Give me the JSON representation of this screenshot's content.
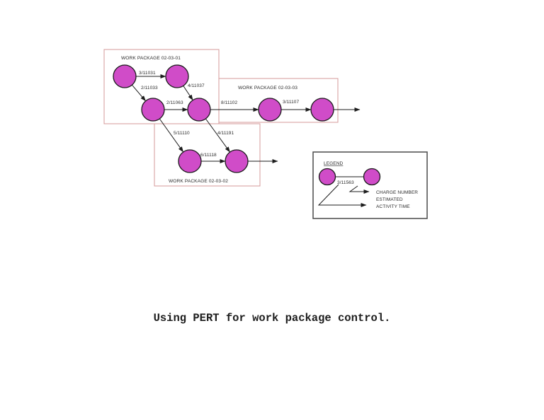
{
  "colors": {
    "background": "#ffffff",
    "node_fill": "#d04cc8",
    "node_stroke": "#1a1a1a",
    "package_box_border": "#d49898",
    "legend_box_border": "#4a4a4a",
    "line": "#1c1c1c",
    "label_text": "#2a2a2a"
  },
  "diagram": {
    "package_boxes": [
      {
        "id": "02-03-01",
        "label": "WORK PACKAGE 02-03-01"
      },
      {
        "id": "02-03-03",
        "label": "WORK PACKAGE 02-03-03"
      },
      {
        "id": "02-03-02",
        "label": "WORK PACKAGE 02-03-02"
      }
    ],
    "edges": [
      {
        "from": "node-1",
        "to": "node-2",
        "label": "3/11031"
      },
      {
        "from": "node-1",
        "to": "node-3",
        "label": "2/11033"
      },
      {
        "from": "node-2",
        "to": "node-4",
        "label": "4/11037"
      },
      {
        "from": "node-3",
        "to": "node-4",
        "label": "2/11063"
      },
      {
        "from": "node-4",
        "to": "node-5",
        "label": "8/11102"
      },
      {
        "from": "node-5",
        "to": "node-6",
        "label": "3/11107"
      },
      {
        "from": "node-3",
        "to": "node-7",
        "label": "5/11110"
      },
      {
        "from": "node-4",
        "to": "node-8",
        "label": "4/11191"
      },
      {
        "from": "node-7",
        "to": "node-8",
        "label": "6/11118"
      },
      {
        "from": "node-6",
        "to": "exit-right",
        "label": ""
      },
      {
        "from": "node-8",
        "to": "exit-right",
        "label": ""
      }
    ]
  },
  "legend": {
    "title": "LEGEND",
    "sample_value": "3/11563",
    "charge_number_label": "CHARGE NUMBER",
    "estimated_label": "ESTIMATED",
    "activity_time_label": "ACTIVITY TIME"
  },
  "caption": {
    "text": "Using PERT for work package control."
  }
}
